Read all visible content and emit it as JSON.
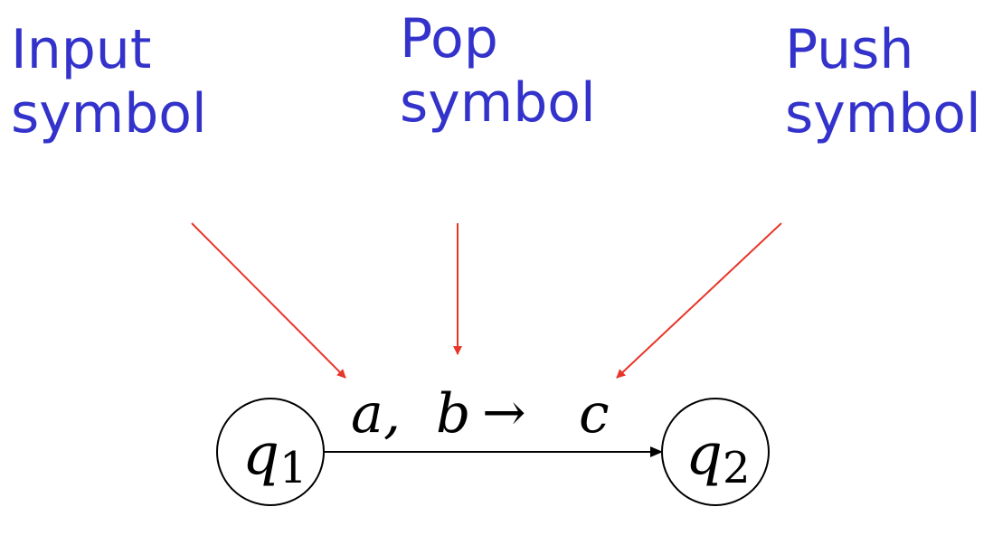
{
  "annotations": {
    "input": {
      "line1": "Input",
      "line2": "symbol"
    },
    "pop": {
      "line1": "Pop",
      "line2": "symbol"
    },
    "push": {
      "line1": "Push",
      "line2": "symbol"
    }
  },
  "transition": {
    "input_symbol": "a",
    "separator": ",",
    "pop_symbol": "b",
    "arrow": "→",
    "push_symbol": "c"
  },
  "states": [
    {
      "name": "q",
      "subscript": "1"
    },
    {
      "name": "q",
      "subscript": "2"
    }
  ],
  "colors": {
    "annotation_text": "#3333cc",
    "pointer_arrow": "#e8352a",
    "diagram_stroke": "#000000"
  }
}
